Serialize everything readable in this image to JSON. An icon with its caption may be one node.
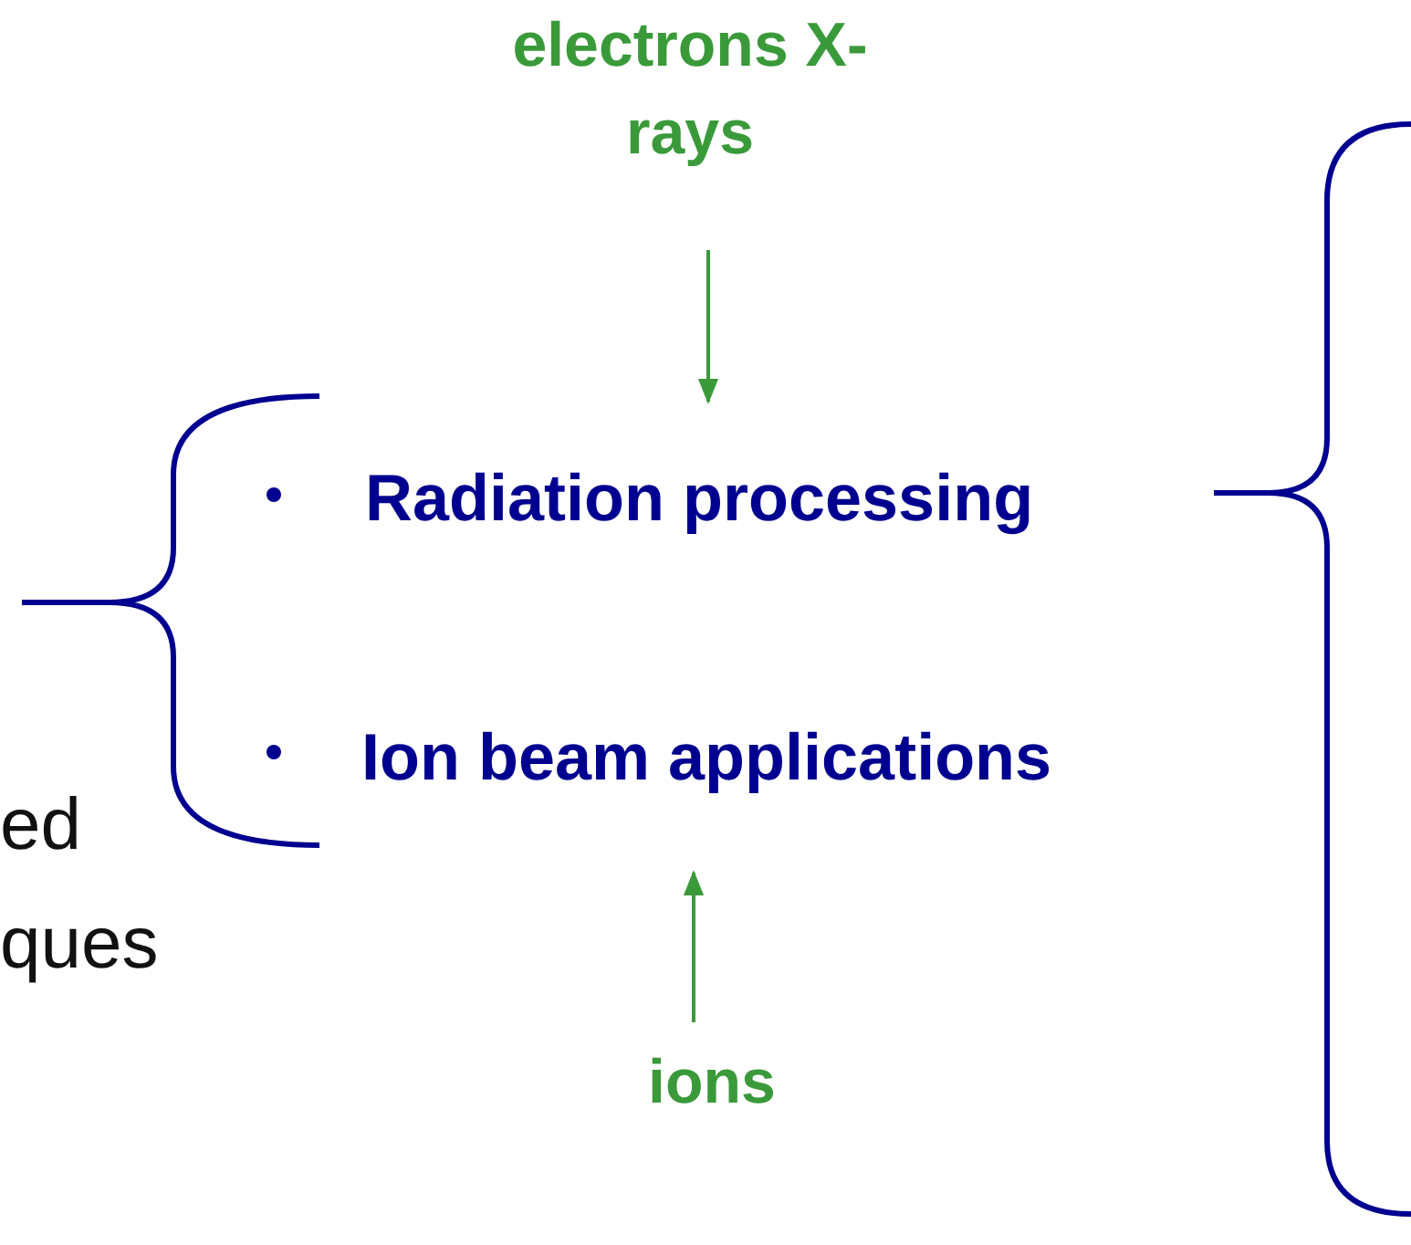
{
  "diagram": {
    "nodes": [
      {
        "text": [
          "electrons X-rays"
        ]
      },
      {
        "text": [
          "Radiation processing"
        ]
      },
      {
        "text": [
          "Ion beam applications"
        ]
      },
      {
        "text": [
          "ions"
        ]
      }
    ],
    "edges": [
      {
        "from": 0,
        "to": 1,
        "arrow": "to"
      },
      {
        "from": 3,
        "to": 2,
        "arrow": "to"
      }
    ],
    "labels": [
      "ed",
      "ques"
    ]
  }
}
